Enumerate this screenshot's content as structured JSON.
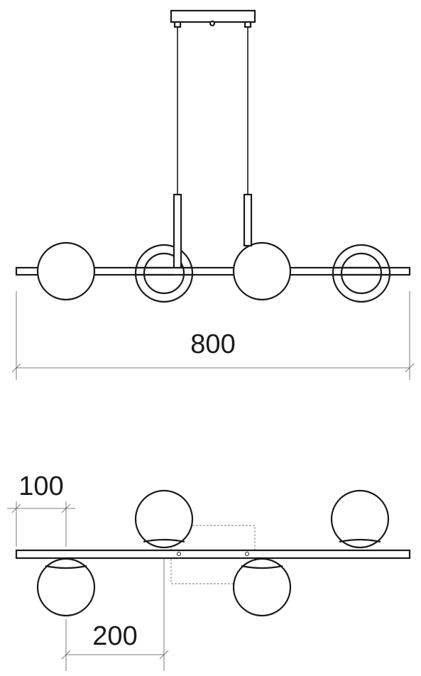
{
  "dimensions": {
    "width_label": "800",
    "offset_label": "100",
    "spacing_label": "200"
  }
}
